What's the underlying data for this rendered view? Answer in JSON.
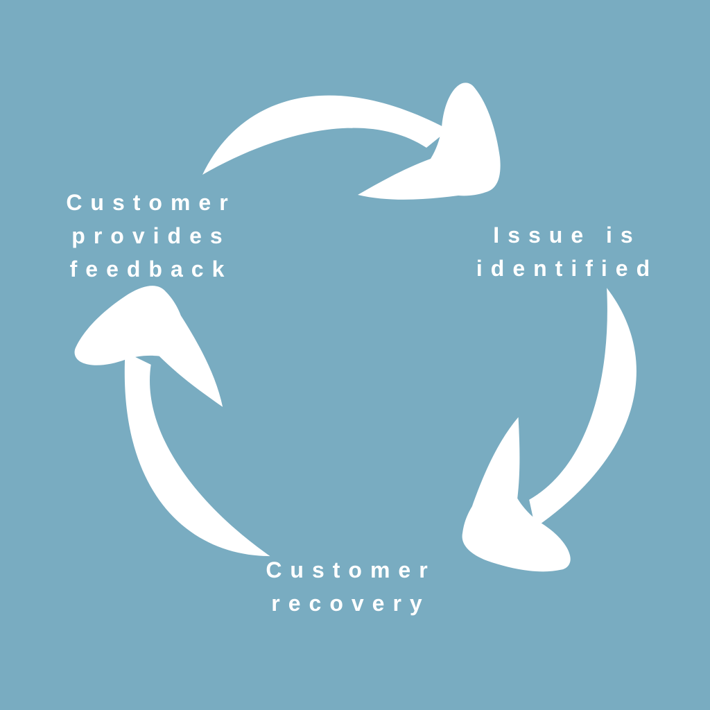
{
  "diagram": {
    "type": "cycle",
    "direction": "clockwise",
    "steps": [
      {
        "id": "customer-provides-feedback",
        "lines": [
          "Customer",
          "provides",
          "feedback"
        ],
        "position": "upper-left"
      },
      {
        "id": "issue-is-identified",
        "lines": [
          "Issue is",
          "identified"
        ],
        "position": "right"
      },
      {
        "id": "customer-recovery",
        "lines": [
          "Customer",
          "recovery"
        ],
        "position": "bottom"
      }
    ],
    "arrows": [
      {
        "id": "arrow-top",
        "from": "customer-provides-feedback",
        "to": "issue-is-identified",
        "points": "right"
      },
      {
        "id": "arrow-right",
        "from": "issue-is-identified",
        "to": "customer-recovery",
        "points": "down-left"
      },
      {
        "id": "arrow-left",
        "from": "customer-recovery",
        "to": "customer-provides-feedback",
        "points": "up"
      }
    ]
  },
  "colors": {
    "background": "#79acc1",
    "arrow": "#ffffff",
    "text": "#ffffff"
  }
}
